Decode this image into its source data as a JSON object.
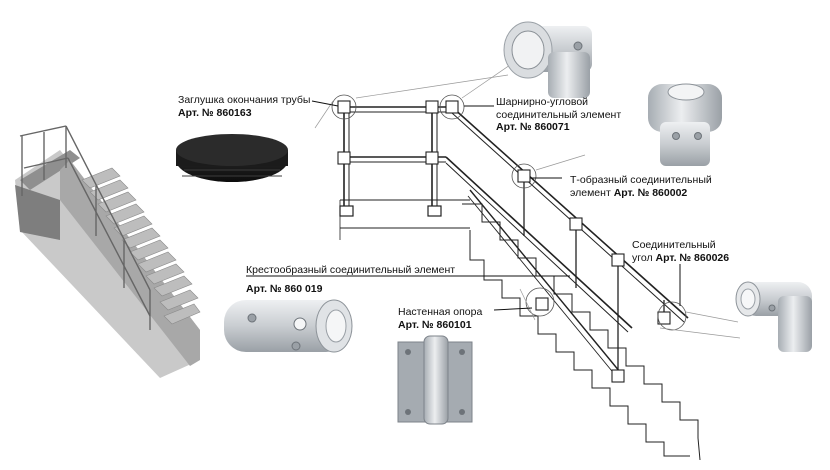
{
  "labels": {
    "end_cap": {
      "name": "Заглушка окончания трубы",
      "article": "Арт. № 860163"
    },
    "swivel_joint": {
      "name_line1": "Шарнирно-угловой",
      "name_line2": "соединительный элемент",
      "article": "Арт. № 860071"
    },
    "t_joint": {
      "name_line1": "Т-образный соединительный",
      "name_line2_prefix": "элемент",
      "article": "Арт. № 860002"
    },
    "elbow": {
      "name_line1": "Соединительный",
      "name_line2_prefix": "угол",
      "article": "Арт. № 860026"
    },
    "cross_joint": {
      "name": "Крестообразный соединительный элемент",
      "article": "Арт. № 860 019"
    },
    "wall_support": {
      "name": "Настенная опора",
      "article": "Арт. № 860101"
    }
  },
  "colors": {
    "line": "#222222",
    "metal_light": "#dcdfe2",
    "metal_mid": "#b7bcc1",
    "metal_dark": "#7f868c",
    "concrete": "#9a9a9a",
    "cap_black": "#1a1a1a"
  }
}
